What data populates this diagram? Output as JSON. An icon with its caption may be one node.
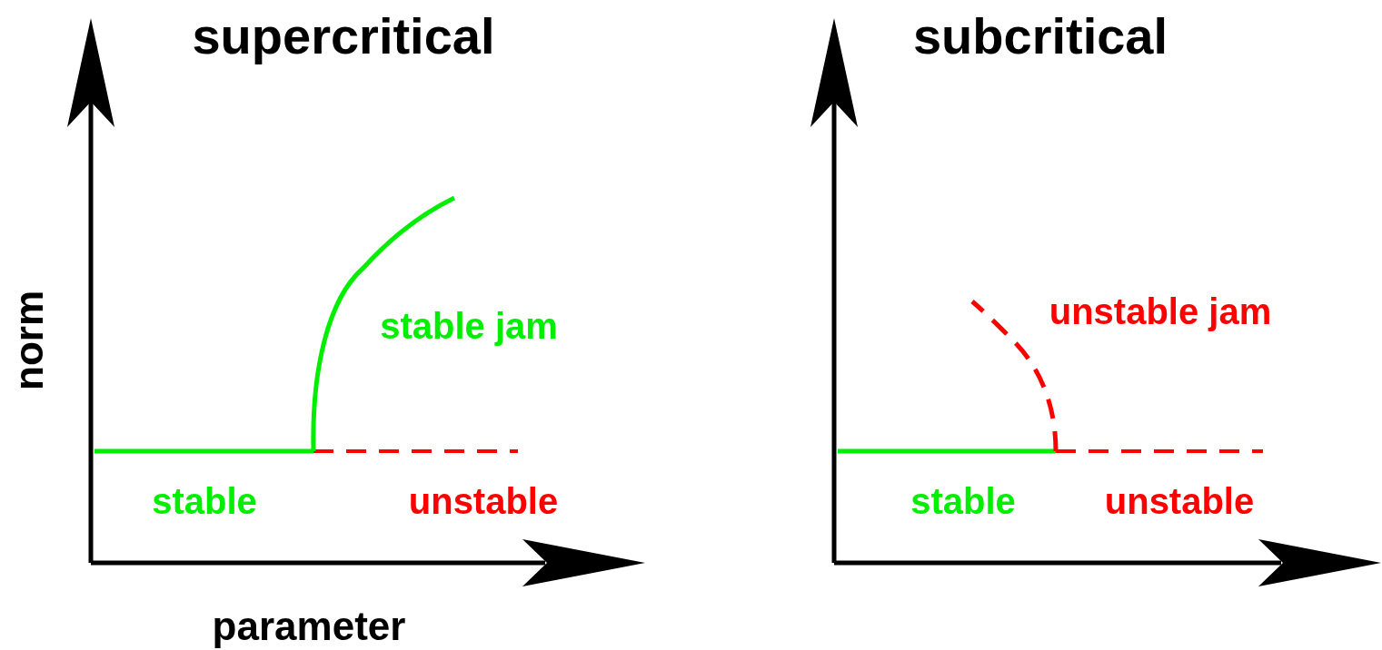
{
  "diagram": {
    "labels": [
      "supercritical",
      "subcritical",
      "norm",
      "stable jam",
      "unstable jam",
      "stable",
      "unstable",
      "stable",
      "unstable",
      "parameter"
    ]
  }
}
